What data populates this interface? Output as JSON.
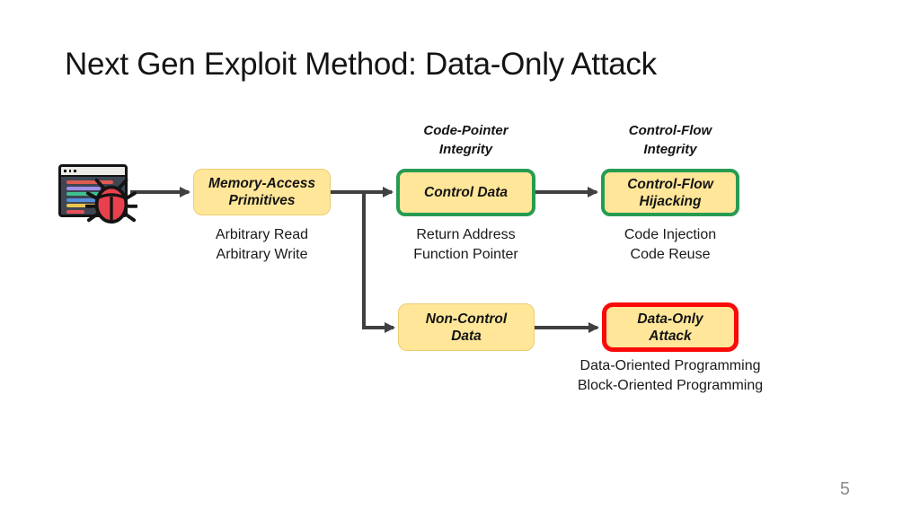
{
  "slide": {
    "title": "Next Gen Exploit Method: Data-Only Attack",
    "page_number": "5"
  },
  "colors": {
    "box_fill": "#FFE699",
    "green_border": "#279B51",
    "red_border": "#FB0A0A",
    "arrow": "#404040"
  },
  "icon": {
    "name": "code-window-with-bug-icon",
    "meaning": "exploitable program"
  },
  "nodes": {
    "memory": {
      "label_line1": "Memory-Access",
      "label_line2": "Primitives",
      "sub_line1": "Arbitrary Read",
      "sub_line2": "Arbitrary Write"
    },
    "control_data": {
      "above_line1": "Code-Pointer",
      "above_line2": "Integrity",
      "label": "Control Data",
      "sub_line1": "Return Address",
      "sub_line2": "Function Pointer"
    },
    "cf_hijacking": {
      "above_line1": "Control-Flow",
      "above_line2": "Integrity",
      "label_line1": "Control-Flow",
      "label_line2": "Hijacking",
      "sub_line1": "Code Injection",
      "sub_line2": "Code Reuse"
    },
    "non_control": {
      "label_line1": "Non-Control",
      "label_line2": "Data"
    },
    "data_only": {
      "label_line1": "Data-Only",
      "label_line2": "Attack",
      "sub_line1": "Data-Oriented Programming",
      "sub_line2": "Block-Oriented Programming"
    }
  }
}
